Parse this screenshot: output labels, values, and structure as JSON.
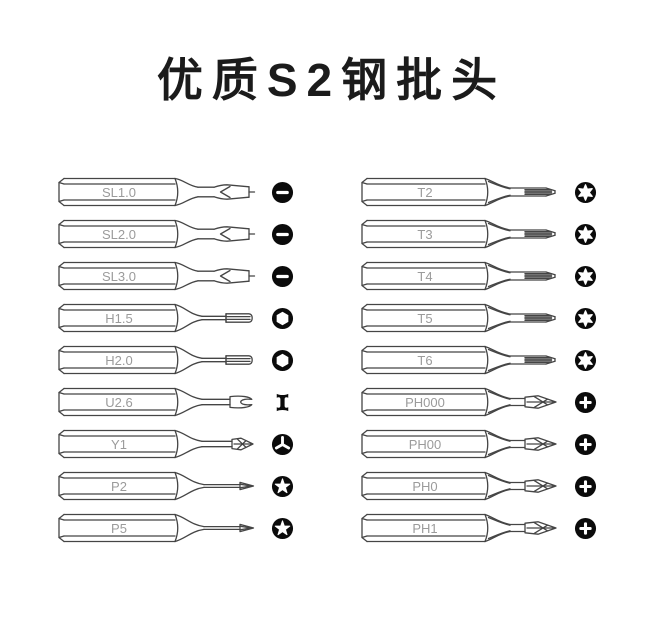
{
  "title": "优质S2钢批头",
  "colors": {
    "line": "#454545",
    "label": "#9b9b9b",
    "icon": "#0b0b0b",
    "background": "#ffffff",
    "title": "#1b1b1b"
  },
  "columns": {
    "left": {
      "items": [
        {
          "label": "SL1.0",
          "tip": "slot",
          "icon": "minus-icon"
        },
        {
          "label": "SL2.0",
          "tip": "slot",
          "icon": "minus-icon"
        },
        {
          "label": "SL3.0",
          "tip": "slot",
          "icon": "minus-icon"
        },
        {
          "label": "H1.5",
          "tip": "hex",
          "icon": "hexagon-icon"
        },
        {
          "label": "H2.0",
          "tip": "hex",
          "icon": "hexagon-icon"
        },
        {
          "label": "U2.6",
          "tip": "fork",
          "icon": "u-slot-icon"
        },
        {
          "label": "Y1",
          "tip": "triwing",
          "icon": "triwing-icon"
        },
        {
          "label": "P2",
          "tip": "pentalobe",
          "icon": "star5-icon"
        },
        {
          "label": "P5",
          "tip": "pentalobe",
          "icon": "star5-icon"
        }
      ]
    },
    "right": {
      "items": [
        {
          "label": "T2",
          "tip": "torx",
          "icon": "torx-star-icon"
        },
        {
          "label": "T3",
          "tip": "torx",
          "icon": "torx-star-icon"
        },
        {
          "label": "T4",
          "tip": "torx",
          "icon": "torx-star-icon"
        },
        {
          "label": "T5",
          "tip": "torx",
          "icon": "torx-star-icon"
        },
        {
          "label": "T6",
          "tip": "torx",
          "icon": "torx-star-icon"
        },
        {
          "label": "PH000",
          "tip": "phillips",
          "icon": "plus-icon"
        },
        {
          "label": "PH00",
          "tip": "phillips",
          "icon": "plus-icon"
        },
        {
          "label": "PH0",
          "tip": "phillips",
          "icon": "plus-icon"
        },
        {
          "label": "PH1",
          "tip": "phillips",
          "icon": "plus-icon"
        }
      ]
    }
  }
}
